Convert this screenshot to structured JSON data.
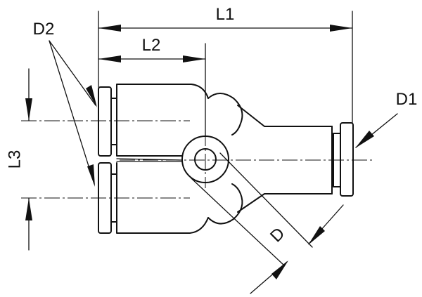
{
  "labels": {
    "l1": "L1",
    "l2": "L2",
    "l3": "L3",
    "d1": "D1",
    "d2": "D2",
    "d": "D"
  },
  "colors": {
    "line": "#111111",
    "background": "#ffffff"
  }
}
